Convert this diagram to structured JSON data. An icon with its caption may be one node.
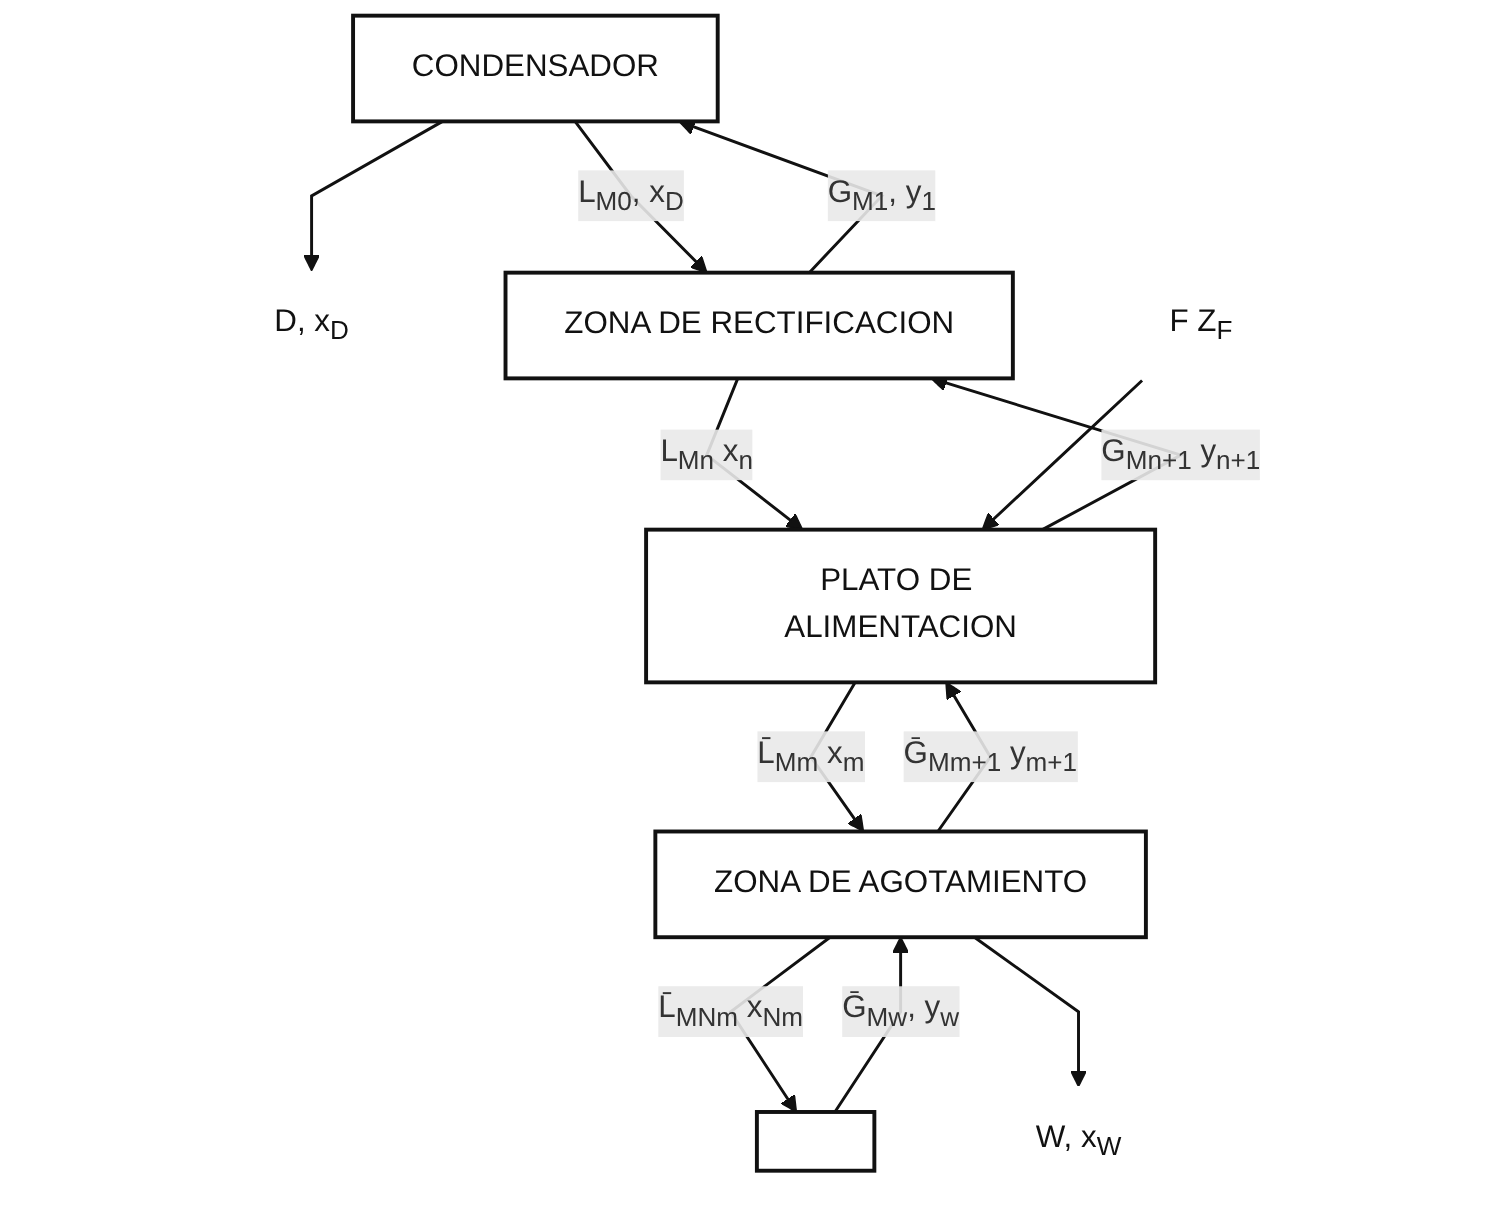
{
  "diagram": {
    "nodes": [
      {
        "text": [
          "CONDENSADOR"
        ]
      },
      {
        "text": [
          "D, x$_{D}$"
        ]
      },
      {
        "text": [
          "ZONA DE RECTIFICACION"
        ]
      },
      {
        "text": [
          "F Z$_{F}$"
        ]
      },
      {
        "text": [
          "PLATO DE ALIMENTACION"
        ]
      },
      {
        "text": [
          "ZONA DE AGOTAMIENTO"
        ]
      },
      {
        "text": [],
        "shape": "box"
      },
      {
        "text": [
          "W, x$_{W}$"
        ]
      }
    ],
    "edges": [
      {
        "from": 2,
        "to": 0,
        "arrow": "to",
        "label": "G$_{M1}$, y$_{1}$"
      },
      {
        "from": 0,
        "to": 1,
        "arrow": "to"
      },
      {
        "from": 0,
        "to": 2,
        "arrow": "to",
        "label": "L$_{M0}$, x$_{D}$"
      },
      {
        "from": 2,
        "to": 4,
        "arrow": "to",
        "label": "L$_{Mn}$ x$_{n}$"
      },
      {
        "from": 4,
        "to": 2,
        "arrow": "to",
        "label": "G$_{Mn+1}$ y$_{n+1}$"
      },
      {
        "from": 3,
        "to": 4,
        "arrow": "to"
      },
      {
        "from": 4,
        "to": 5,
        "arrow": "to",
        "label": "L̄$_{Mm}$ x$_{m}$"
      },
      {
        "from": 5,
        "to": 4,
        "arrow": "to",
        "label": "Ḡ$_{Mm+1}$ y$_{m+1}$"
      },
      {
        "from": 6,
        "to": 5,
        "arrow": "to",
        "label": "Ḡ$_{Mw}$, y$_{w}$"
      },
      {
        "from": 5,
        "to": 6,
        "arrow": "to",
        "label": "L̄$_{MNm}$ x$_{Nm}$"
      },
      {
        "from": 5,
        "to": 7,
        "arrow": "to"
      }
    ]
  }
}
